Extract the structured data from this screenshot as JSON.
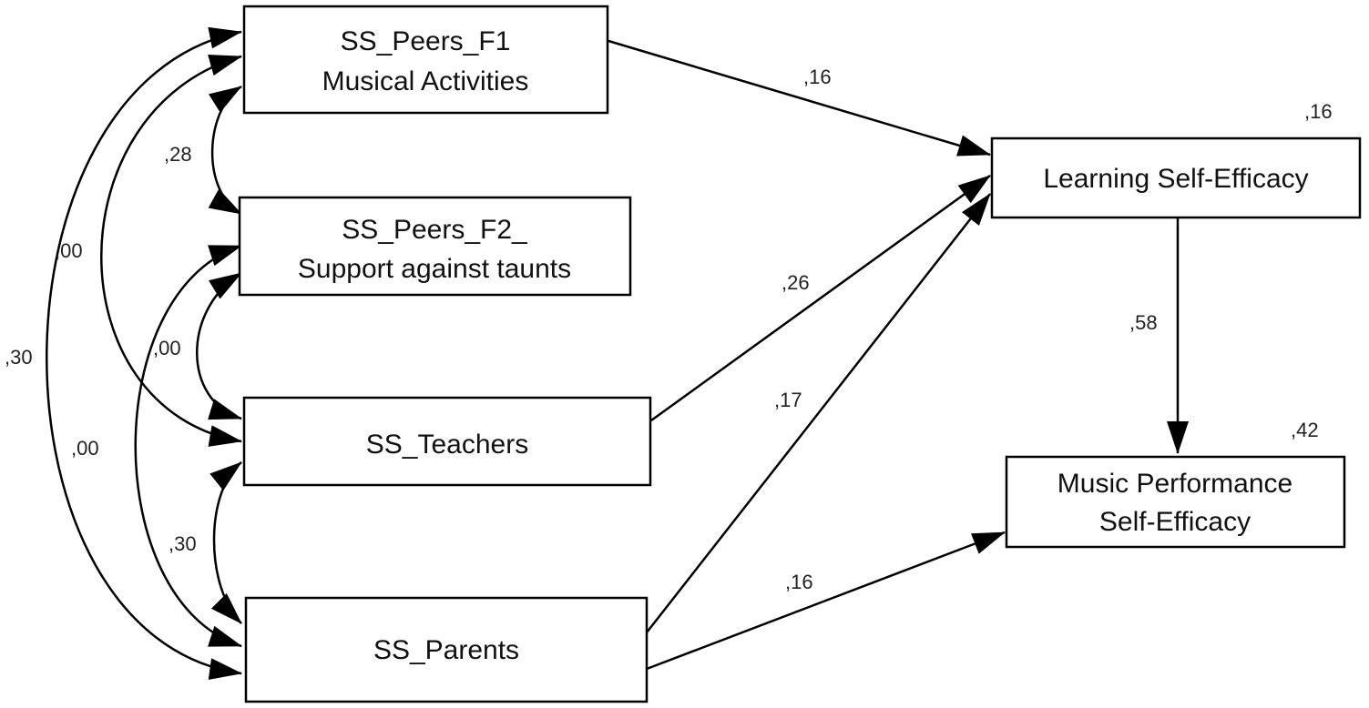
{
  "nodes": {
    "peers_f1": {
      "line1": "SS_Peers_F1",
      "line2": "Musical Activities"
    },
    "peers_f2": {
      "line1": "SS_Peers_F2_",
      "line2": "Support against taunts"
    },
    "teachers": {
      "line1": "SS_Teachers"
    },
    "parents": {
      "line1": "SS_Parents"
    },
    "learning": {
      "line1": "Learning Self-Efficacy",
      "r2": ",16"
    },
    "music": {
      "line1": "Music Performance",
      "line2": "Self-Efficacy",
      "r2": ",42"
    }
  },
  "paths": {
    "f1_to_learning": ",16",
    "teachers_to_learning": ",26",
    "parents_to_learning": ",17",
    "parents_to_music": ",16",
    "learning_to_music": ",58"
  },
  "covariances": {
    "f1_f2": ",28",
    "f1_teachers": ",00",
    "f1_parents": ",30",
    "f2_teachers": ",00",
    "f2_parents": ",00",
    "teachers_parents": ",30"
  }
}
